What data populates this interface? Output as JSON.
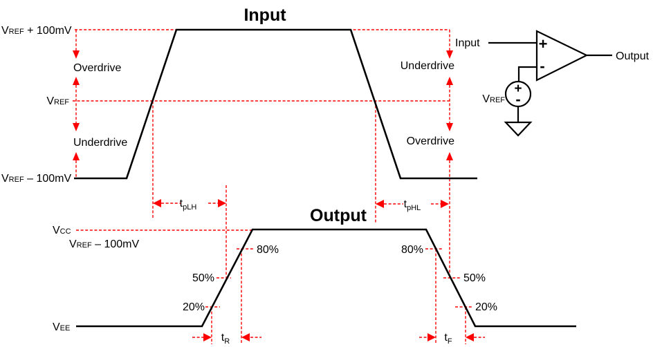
{
  "colors": {
    "waveform": "#000000",
    "annotation": "#ff0000",
    "text": "#000000"
  },
  "input_plot": {
    "title": "Input",
    "level_vref_plus": {
      "v": "V",
      "sub": "REF",
      "tail": " + 100mV"
    },
    "level_vref": {
      "v": "V",
      "sub": "REF"
    },
    "level_vref_minus": {
      "v": "V",
      "sub": "REF",
      "tail": " – 100mV"
    },
    "left_upper_label": "Overdrive",
    "left_lower_label": "Underdrive",
    "right_upper_label": "Underdrive",
    "right_lower_label": "Overdrive"
  },
  "output_plot": {
    "title": "Output",
    "level_vcc": {
      "v": "V",
      "sub": "CC"
    },
    "level_vref_minus": {
      "v": "V",
      "sub": "REF",
      "tail": " – 100mV"
    },
    "level_vee": {
      "v": "V",
      "sub": "EE"
    },
    "pct_80": "80%",
    "pct_50": "50%",
    "pct_20": "20%"
  },
  "timing": {
    "t_plh": {
      "t": "t",
      "sub": "pLH"
    },
    "t_phl": {
      "t": "t",
      "sub": "pHL"
    },
    "t_rise": {
      "t": "t",
      "sub": "R"
    },
    "t_fall": {
      "t": "t",
      "sub": "F"
    }
  },
  "circuit": {
    "input_label": "Input",
    "output_label": "Output",
    "noninv_sign": "+",
    "inv_sign": "-",
    "vref_label": {
      "v": "V",
      "sub": "REF"
    },
    "source_plus": "+",
    "source_minus": "-"
  }
}
